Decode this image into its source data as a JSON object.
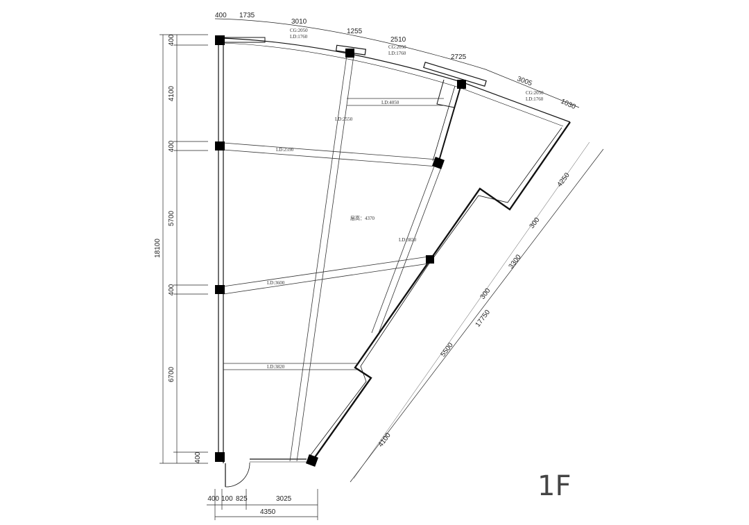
{
  "floor_label": "1F",
  "room_height_label": "层高：4370",
  "top_dimensions": [
    "400",
    "1735",
    "3010",
    "1255",
    "2510",
    "2725",
    "3005",
    "1030"
  ],
  "window_labels": [
    {
      "cg": "CG:2050",
      "ld": "LD:1760"
    },
    {
      "cg": "CG:2050",
      "ld": "LD:1760"
    },
    {
      "cg": "CG:2050",
      "ld": "LD:1760"
    }
  ],
  "left_dimensions": [
    "400",
    "4100",
    "400",
    "5700",
    "400",
    "6700",
    "400"
  ],
  "left_total": "18100",
  "bottom_dimensions": [
    "400",
    "100",
    "825",
    "3025"
  ],
  "bottom_total": "4350",
  "right_dimensions": [
    "4250",
    "300",
    "3300",
    "300",
    "5500",
    "4100"
  ],
  "right_total": "17750",
  "beam_labels": [
    "LD:4050",
    "LD:2550",
    "LD:2590",
    "LD:3820",
    "LD:3600",
    "LD:3820"
  ],
  "colors": {
    "line": "#111111",
    "column": "#000000",
    "text": "#222222"
  }
}
